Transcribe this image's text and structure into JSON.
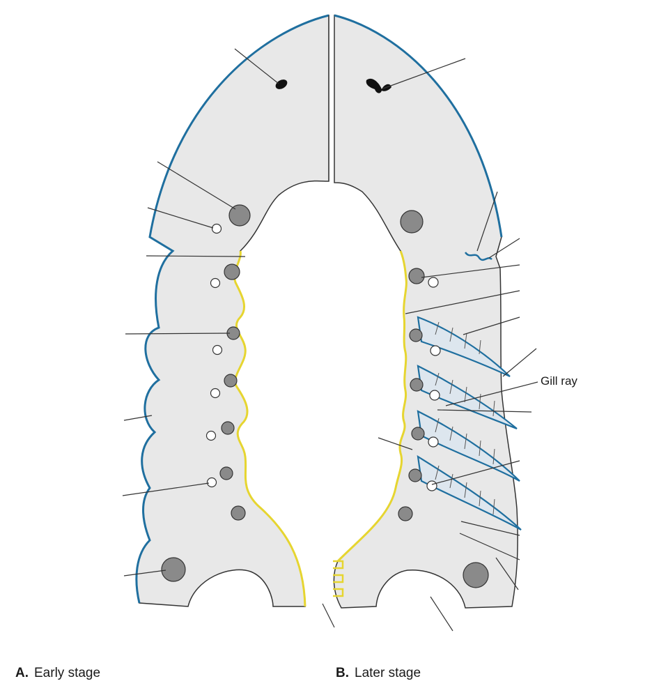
{
  "figure": {
    "panels": [
      {
        "letter": "A.",
        "caption": "Early stage"
      },
      {
        "letter": "B.",
        "caption": "Later stage"
      }
    ],
    "labels": {
      "gill_ray": "Gill ray"
    },
    "colors": {
      "tissue_fill": "#e8e8e8",
      "ectoderm": "#1f6f9f",
      "endoderm": "#e6d530",
      "outline": "#333333",
      "vessel_fill": "#8a8a8a",
      "nerve_fill": "#ffffff",
      "leader_line": "#333333"
    }
  }
}
